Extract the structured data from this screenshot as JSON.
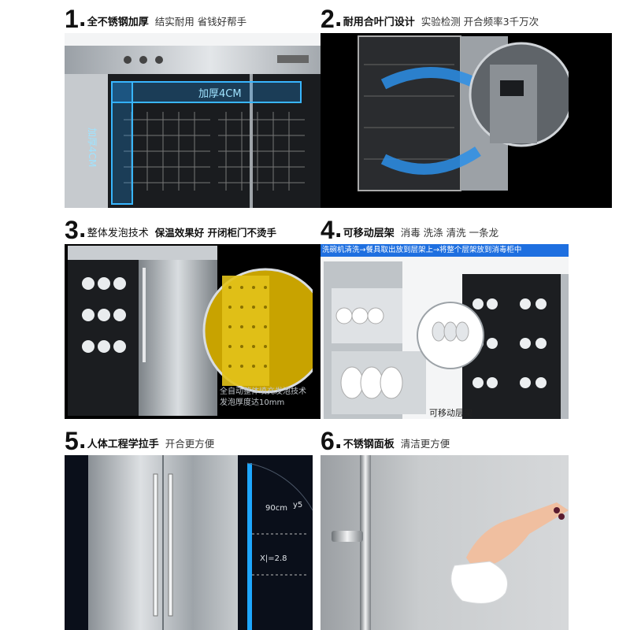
{
  "sections": [
    {
      "num": "1",
      "title": "全不锈钢加厚",
      "subtitle": "结实耐用 省钱好帮手",
      "labels": {
        "thickness_h": "加厚4CM",
        "thickness_v": "加厚4CM"
      }
    },
    {
      "num": "2",
      "title": "耐用合叶门设计",
      "subtitle": "实验检测 开合频率3千万次"
    },
    {
      "num": "3",
      "title": "整体发泡技术",
      "subtitle": "保温效果好 开闭柜门不烫手",
      "labels": {
        "foam_line1": "全自动整体填充发泡技术",
        "foam_line2": "发泡厚度达10mm"
      }
    },
    {
      "num": "4",
      "title": "可移动层架",
      "subtitle": "消毒 洗涤 清洗 一条龙",
      "labels": {
        "banner": "洗碗机清洗→餐具取出放到层架上→将整个层架放到消毒柜中",
        "rack": "可移动层架"
      }
    },
    {
      "num": "5",
      "title": "人体工程学拉手",
      "subtitle": "开合更方便",
      "labels": {
        "dim_90": "90cm",
        "dim_y": "y5",
        "dim_x": "X|=2.8"
      }
    },
    {
      "num": "6",
      "title": "不锈钢面板",
      "subtitle": "清洁更方便"
    }
  ],
  "colors": {
    "accent_blue": "#1e6fe0",
    "steel": "#b8bdc2",
    "dark_bg": "#0a0f1a"
  }
}
